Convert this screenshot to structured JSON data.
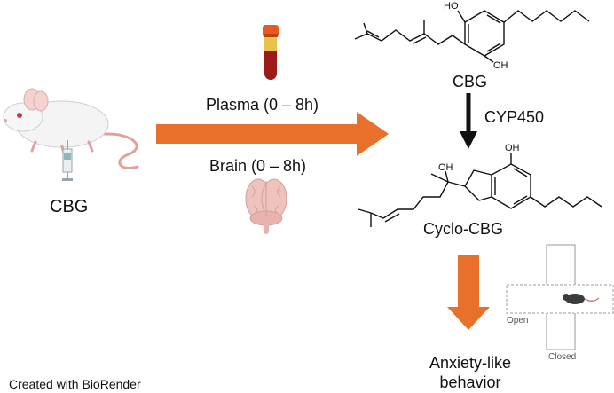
{
  "left": {
    "compound_label": "CBG"
  },
  "middle": {
    "plasma_label": "Plasma (0 – 8h)",
    "brain_label": "Brain (0 – 8h)"
  },
  "right": {
    "cbg_label": "CBG",
    "enzyme_label": "CYP450",
    "cyclo_label": "Cyclo-CBG",
    "oh_labels": [
      "HO",
      "OH",
      "OH",
      "OH"
    ],
    "behavior_label": "Anxiety-like behavior"
  },
  "maze": {
    "open_label": "Open",
    "closed_label": "Closed"
  },
  "footer": {
    "credit": "Created with BioRender"
  },
  "colors": {
    "arrow_orange": "#e8702a",
    "tube_cap": "#e85a1c",
    "plasma_yellow": "#e8c34a",
    "blood_red": "#9c1a1a",
    "brain_pink": "#eec3bd"
  }
}
